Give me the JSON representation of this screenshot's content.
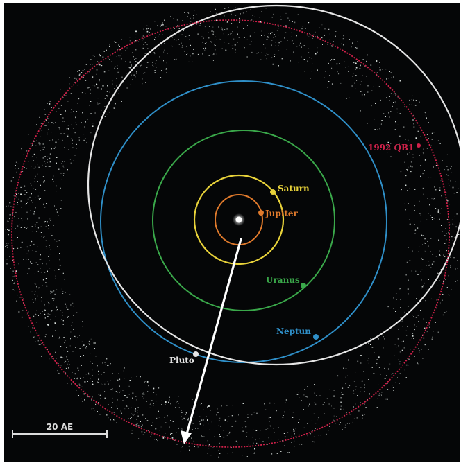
{
  "bodies": [
    {
      "key": "sun",
      "label": "",
      "color": "#ffffff"
    },
    {
      "key": "jupiter",
      "label": "Jupiter",
      "color": "#e07a2c"
    },
    {
      "key": "saturn",
      "label": "Saturn",
      "color": "#e8d23a"
    },
    {
      "key": "uranus",
      "label": "Uranus",
      "color": "#3aa84a"
    },
    {
      "key": "neptune",
      "label": "Neptun",
      "color": "#2f8fc8"
    },
    {
      "key": "pluto",
      "label": "Pluto",
      "color": "#e6e6e6"
    },
    {
      "key": "qb1",
      "label": "1992 QB1",
      "color": "#d0214a"
    }
  ],
  "scale_bar": {
    "label": "20 AE"
  },
  "colors": {
    "background": "#050607",
    "belt_dust": "#dfe6e3",
    "arrow": "#ffffff"
  }
}
